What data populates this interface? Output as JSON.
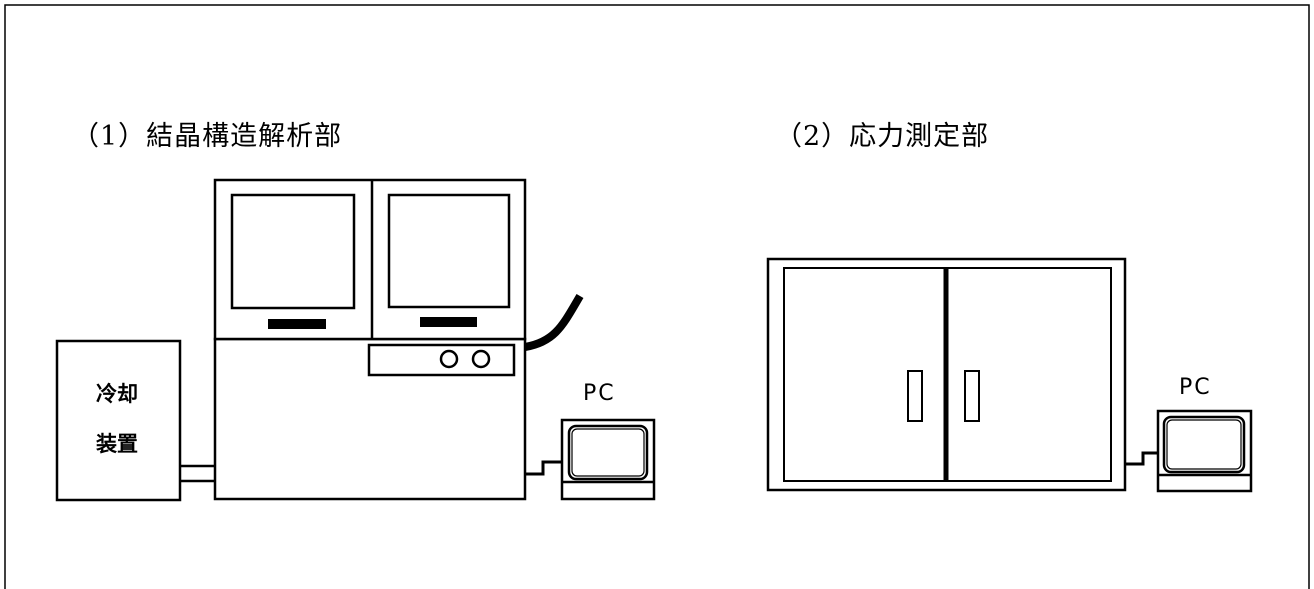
{
  "section1": {
    "title": "（1）結晶構造解析部",
    "cooling_unit": {
      "line1": "冷却",
      "line2": "装置"
    },
    "pc_label": "PC"
  },
  "section2": {
    "title": "（2）応力測定部",
    "pc_label": "PC"
  }
}
